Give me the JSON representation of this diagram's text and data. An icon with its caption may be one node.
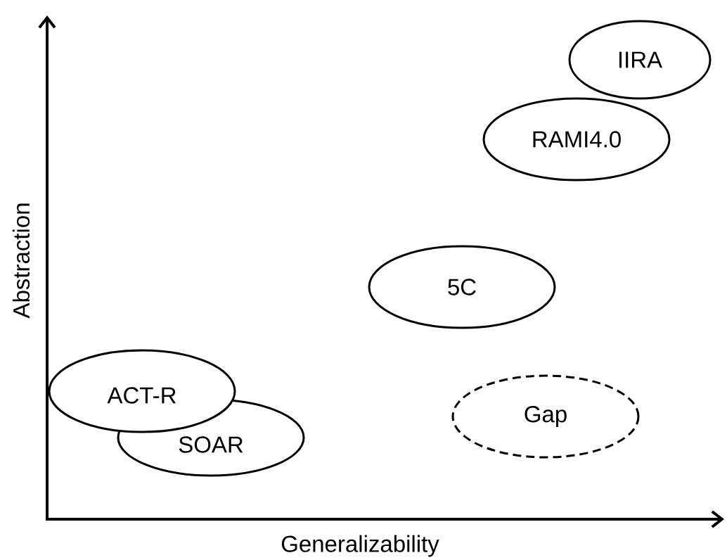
{
  "diagram": {
    "nodes": [
      {
        "text": [
          "IIRA"
        ]
      },
      {
        "text": [
          "RAMI4.0"
        ]
      },
      {
        "text": [
          "5C"
        ]
      },
      {
        "text": [
          "ACT-R"
        ]
      },
      {
        "text": [
          "SOAR"
        ]
      },
      {
        "text": [
          "Gap"
        ]
      }
    ],
    "labels": [
      "Abstraction",
      "Generalizability"
    ]
  }
}
